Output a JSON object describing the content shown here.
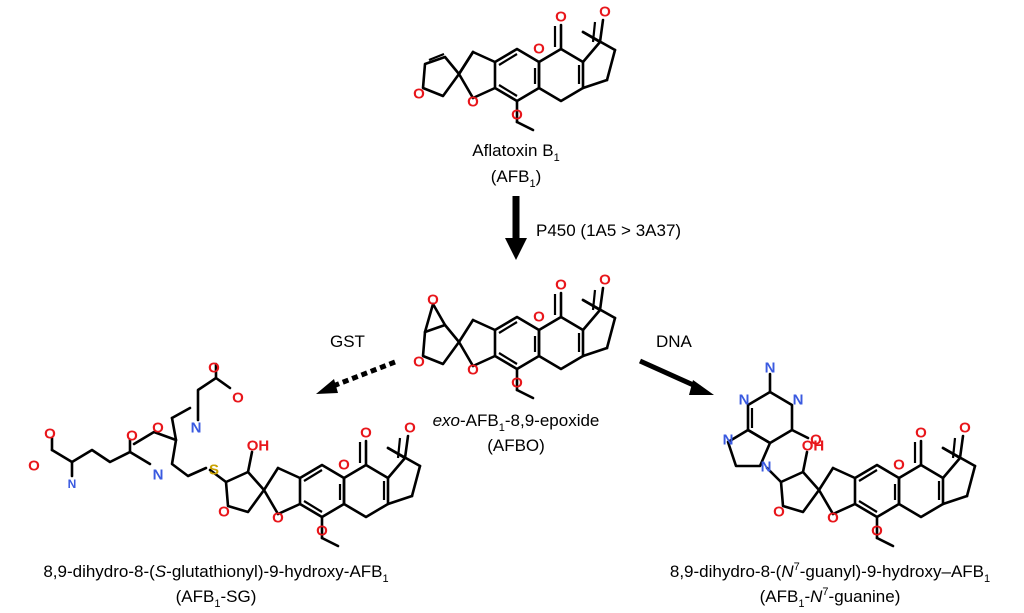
{
  "compounds": {
    "afb1": {
      "name": "Aflatoxin B",
      "name_sub": "1",
      "abbr_pre": "(AFB",
      "abbr_sub": "1",
      "abbr_post": ")"
    },
    "afbo": {
      "name_italic": "exo",
      "name_rest1": "-AFB",
      "name_sub": "1",
      "name_rest2": "-8,9-epoxide",
      "abbr": "(AFBO)"
    },
    "sg": {
      "name_pre": "8,9-dihydro-8-(",
      "name_italic": "S",
      "name_mid": "-glutathionyl)-9-hydroxy-AFB",
      "name_sub": "1",
      "abbr_pre": "(AFB",
      "abbr_sub": "1",
      "abbr_post": "-SG)"
    },
    "guanine": {
      "name_pre": "8,9-dihydro-8-(",
      "name_italic": "N",
      "name_sup": "7",
      "name_mid": "-guanyl)-9-hydroxy–AFB",
      "name_sub": "1",
      "abbr_pre": "(AFB",
      "abbr_sub": "1",
      "abbr_mid": "-",
      "abbr_italic": "N",
      "abbr_sup": "7",
      "abbr_post": "-guanine)"
    }
  },
  "arrows": {
    "p450": {
      "label": "P450 (1A5 > 3A37)"
    },
    "gst": {
      "label": "GST"
    },
    "dna": {
      "label": "DNA"
    }
  },
  "atoms": {
    "O": "O",
    "N": "N",
    "S": "S",
    "OH": "OH",
    "methyl_label": ""
  },
  "colors": {
    "oxygen": "#e8161b",
    "nitrogen": "#3a5ae0",
    "sulfur": "#c9a100",
    "bond": "#000000"
  }
}
